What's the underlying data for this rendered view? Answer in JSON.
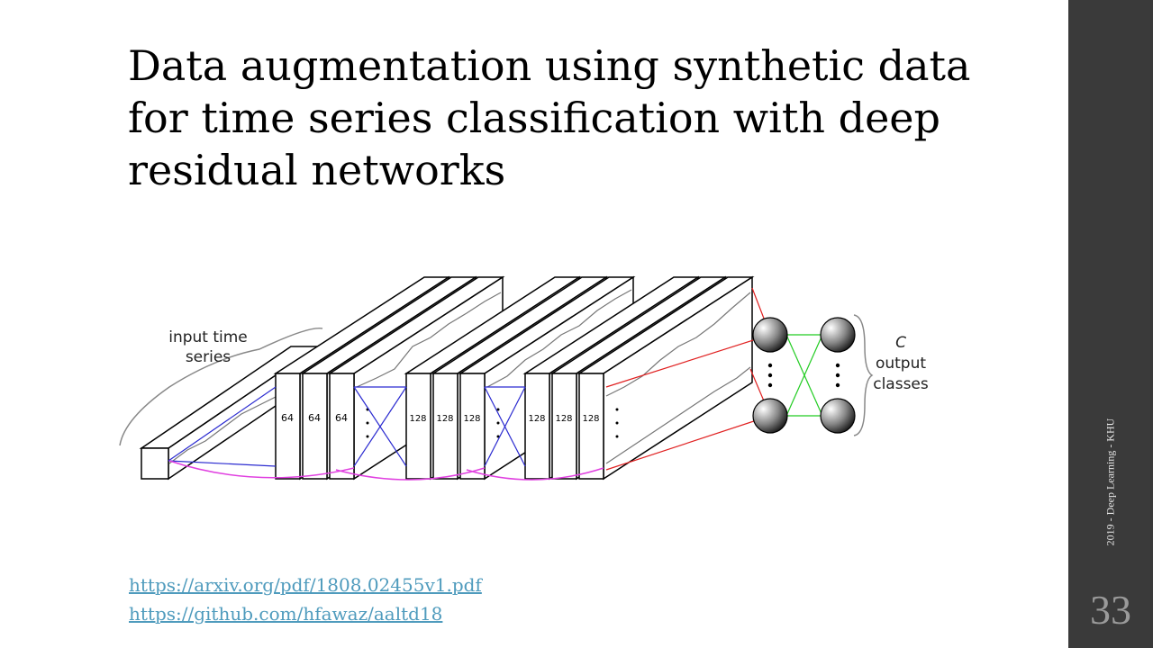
{
  "slide": {
    "title": "Data augmentation using synthetic data for time series classification with deep residual networks",
    "links": [
      "https://arxiv.org/pdf/1808.02455v1.pdf",
      "https://github.com/hfawaz/aaltd18"
    ],
    "footer": "2019 - Deep Learning - KHU",
    "page_number": "33"
  },
  "diagram": {
    "input_label_line1": "input time",
    "input_label_line2": "series",
    "output_label_c": "C",
    "output_label_line1": "output",
    "output_label_line2": "classes",
    "filter_labels": [
      "64",
      "64",
      "64",
      "128",
      "128",
      "128",
      "128",
      "128",
      "128"
    ]
  },
  "colors": {
    "residual_link": "#e040e0",
    "conv_link": "#2a2ad0",
    "fc_link": "#e02020",
    "output_link": "#22cc22",
    "link_text": "#4f9bbd",
    "sidebar": "#3a3a3a"
  }
}
